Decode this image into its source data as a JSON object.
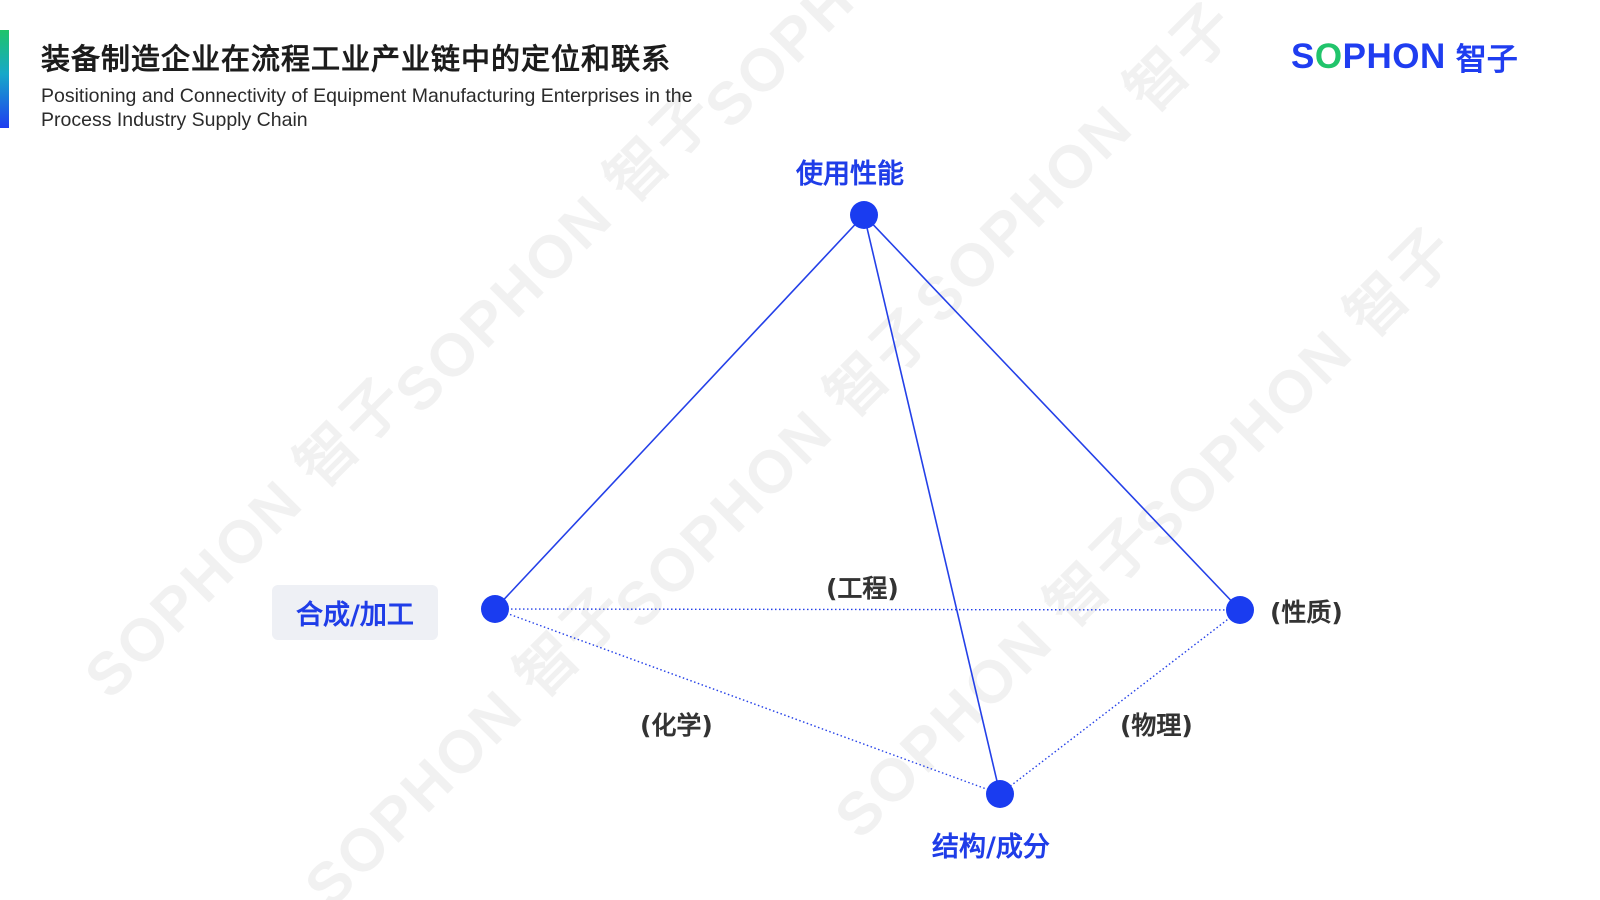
{
  "header": {
    "title_zh": "装备制造企业在流程工业产业链中的定位和联系",
    "title_en": "Positioning and Connectivity of Equipment Manufacturing Enterprises in the Process Industry Supply Chain"
  },
  "logo": {
    "text_prefix": "S",
    "text_o": "O",
    "text_suffix": "PHON",
    "zh": "智子",
    "brand_color": "#1f3df0",
    "accent_color": "#21c46b"
  },
  "watermark": {
    "text": "SOPHON 智子"
  },
  "diagram": {
    "nodes": [
      {
        "id": "top",
        "label": "使用性能"
      },
      {
        "id": "left",
        "label": "合成/加工"
      },
      {
        "id": "right",
        "label": "(性质)"
      },
      {
        "id": "bottom",
        "label": "结构/成分"
      }
    ],
    "edges": [
      {
        "from": "top",
        "to": "left",
        "style": "solid"
      },
      {
        "from": "top",
        "to": "right",
        "style": "solid"
      },
      {
        "from": "top",
        "to": "bottom",
        "style": "solid"
      },
      {
        "from": "left",
        "to": "right",
        "style": "dotted",
        "label": "(工程)"
      },
      {
        "from": "left",
        "to": "bottom",
        "style": "dotted",
        "label": "(化学)"
      },
      {
        "from": "right",
        "to": "bottom",
        "style": "dotted",
        "label": "(物理)"
      }
    ],
    "node_color": "#1a3cf0",
    "edge_color": "#2440e8"
  }
}
